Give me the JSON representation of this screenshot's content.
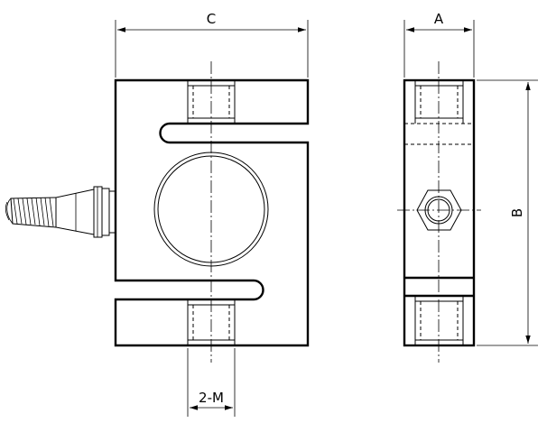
{
  "dimensions": {
    "width_label": "C",
    "thickness_label": "A",
    "height_label": "B",
    "thread_label": "2-M"
  }
}
